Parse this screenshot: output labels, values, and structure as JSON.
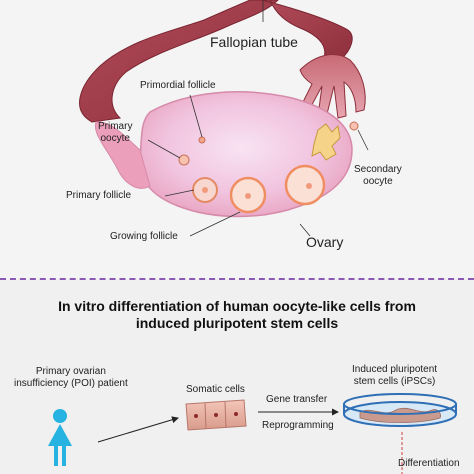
{
  "labels": {
    "fallopian_tube": "Fallopian tube",
    "primordial_follicle": "Primordial follicle",
    "primary_oocyte": "Primary\noocyte",
    "primary_follicle": "Primary follicle",
    "secondary_oocyte": "Secondary\noocyte",
    "growing_follicle": "Growing follicle",
    "ovary": "Ovary"
  },
  "title": {
    "line1": "In vitro differentiation of human oocyte-like cells from",
    "line2": "induced pluripotent stem cells"
  },
  "workflow": {
    "patient": "Primary ovarian\ninsufficiency (POI) patient",
    "somatic_cells": "Somatic cells",
    "gene_transfer": "Gene transfer",
    "reprogramming": "Reprogramming",
    "ipsc": "Induced pluripotent\nstem cells (iPSCs)",
    "differentiation": "Differentiation"
  },
  "colors": {
    "tube": "#a8414e",
    "ovary_fill": "#f3b7cf",
    "ovary_core": "#f6ddef",
    "follicle": "#f5a07c",
    "patient": "#27b3e2",
    "dish": "#2f6fb6",
    "divider": "#8a5ab5"
  }
}
